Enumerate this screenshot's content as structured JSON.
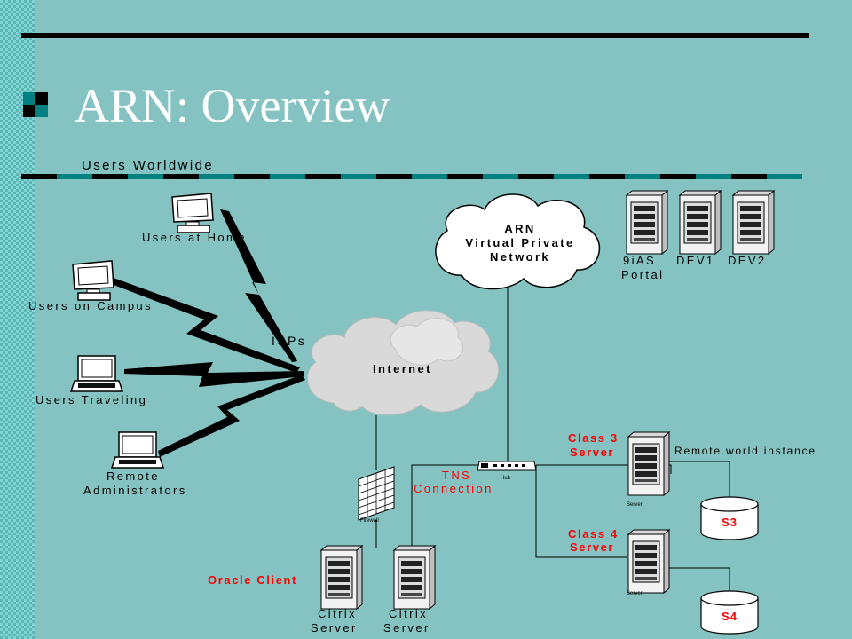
{
  "slide": {
    "title": "ARN: Overview",
    "colors": {
      "background": "#84c3c1",
      "strip": "#7fd6d5",
      "rule": "#000000",
      "accent_red": "#ff0000",
      "cloud": "#d9d9d9"
    }
  },
  "diagram": {
    "users_heading": "Users Worldwide",
    "users": {
      "home": "Users at Home",
      "campus": "Users on Campus",
      "traveling": "Users Traveling",
      "admins_line1": "Remote",
      "admins_line2": "Administrators"
    },
    "isps": "ISPs",
    "internet": "Internet",
    "vpn": {
      "line1": "ARN",
      "line2": "Virtual Private",
      "line3": "Network"
    },
    "servers": {
      "portal_line1": "9iAS",
      "portal_line2": "Portal",
      "dev1": "DEV1",
      "dev2": "DEV2"
    },
    "hub_label": "Hub",
    "firewall_label": "Firewall",
    "tns_line1": "TNS",
    "tns_line2": "Connection",
    "oracle_client": "Oracle Client",
    "citrix": {
      "line1": "Citrix",
      "line2": "Server"
    },
    "class3": {
      "line1": "Class 3",
      "line2": "Server"
    },
    "class4": {
      "line1": "Class 4",
      "line2": "Server"
    },
    "server_tiny": "Server",
    "remote_instance": "Remote.world instance",
    "db_s3": "S3",
    "db_s4": "S4"
  }
}
